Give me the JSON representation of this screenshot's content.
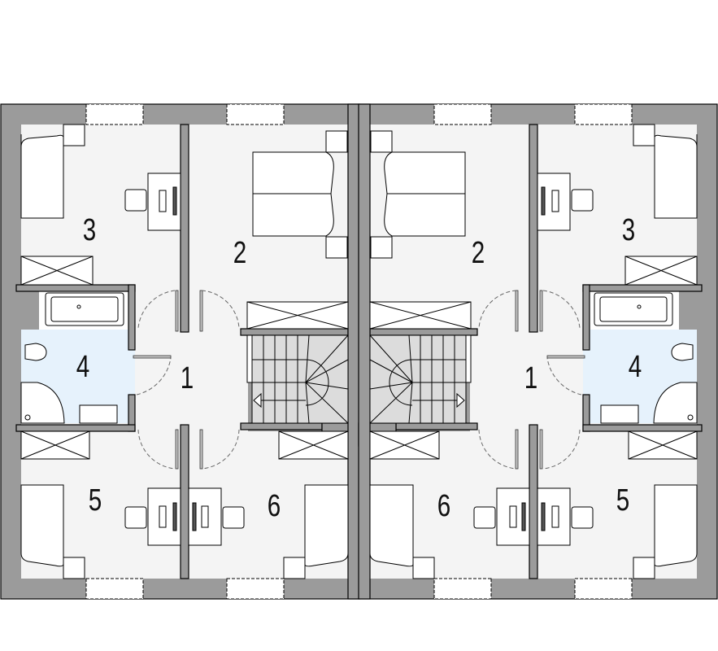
{
  "plan": {
    "type": "semi-detached house upper floor plan",
    "colors": {
      "wall": "#9b9b9b",
      "floor": "#f4f4f4",
      "bathroom": "#e6f2fc",
      "stairs": "#dcdcdc"
    },
    "units": [
      {
        "side": "left",
        "rooms": [
          {
            "id": "room-1",
            "label": "1",
            "function": "hall"
          },
          {
            "id": "room-2",
            "label": "2",
            "function": "master bedroom"
          },
          {
            "id": "room-3",
            "label": "3",
            "function": "bedroom"
          },
          {
            "id": "room-4",
            "label": "4",
            "function": "bathroom"
          },
          {
            "id": "room-5",
            "label": "5",
            "function": "bedroom"
          },
          {
            "id": "room-6",
            "label": "6",
            "function": "bedroom"
          }
        ]
      },
      {
        "side": "right",
        "rooms": [
          {
            "id": "room-1",
            "label": "1",
            "function": "hall"
          },
          {
            "id": "room-2",
            "label": "2",
            "function": "master bedroom"
          },
          {
            "id": "room-3",
            "label": "3",
            "function": "bedroom"
          },
          {
            "id": "room-4",
            "label": "4",
            "function": "bathroom"
          },
          {
            "id": "room-5",
            "label": "5",
            "function": "bedroom"
          },
          {
            "id": "room-6",
            "label": "6",
            "function": "bedroom"
          }
        ]
      }
    ]
  }
}
